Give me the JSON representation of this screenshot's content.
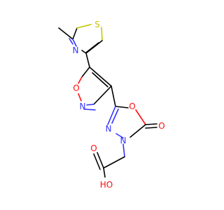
{
  "molecule": {
    "atoms": {
      "s_thiazole": "S",
      "n_thiazole": "N",
      "o_isoxazole": "O",
      "n_isoxazole": "N",
      "o_oxadiazole_ring": "O",
      "n_oxadiazole_imine": "N",
      "n_oxadiazole_amide": "N",
      "o_carbonyl": "O",
      "o_acid_carbonyl": "O",
      "oh_acid": "HO"
    },
    "colors": {
      "carbon": "#000000",
      "nitrogen": "#3333ff",
      "oxygen": "#ff0d0d",
      "sulfur": "#c6c600"
    }
  }
}
